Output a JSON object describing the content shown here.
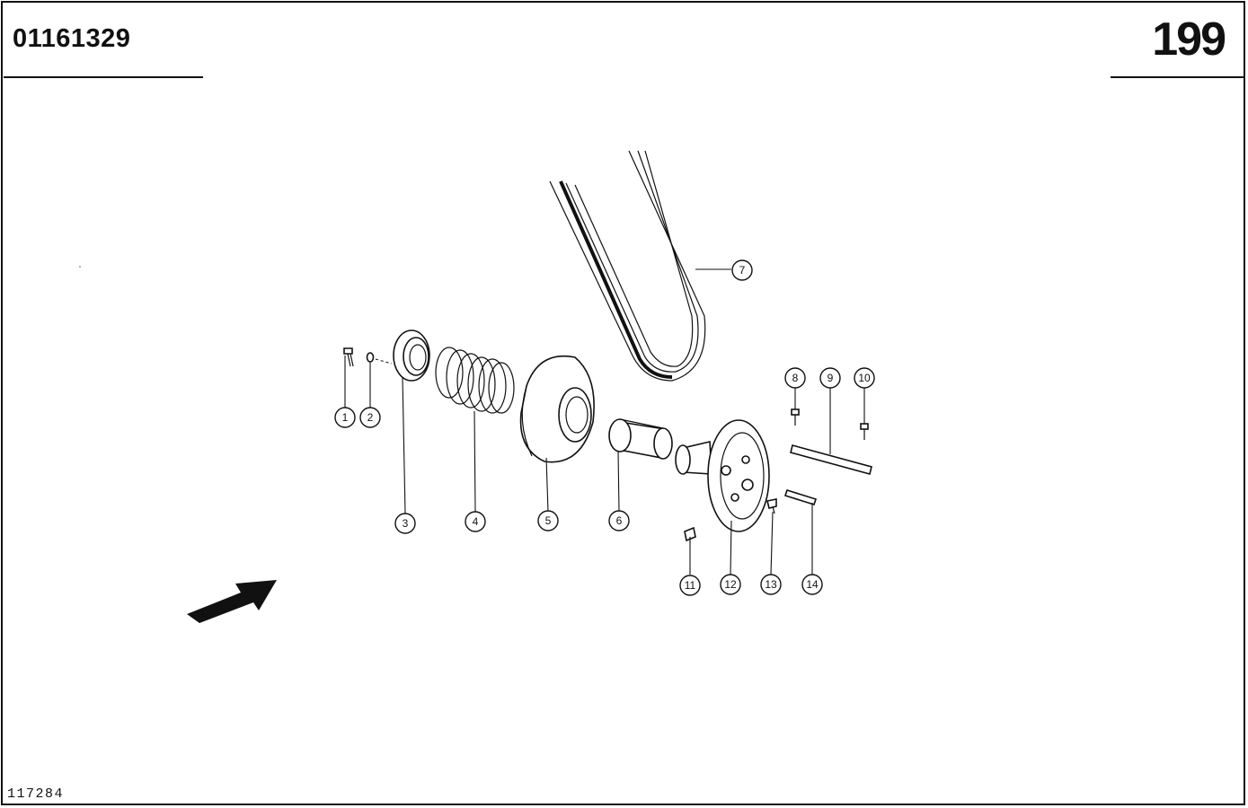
{
  "header": {
    "document_number": "01161329",
    "page_number": "199"
  },
  "footer": {
    "figure_code": "117284"
  },
  "callouts": [
    "1",
    "2",
    "3",
    "4",
    "5",
    "6",
    "7",
    "8",
    "9",
    "10",
    "11",
    "12",
    "13",
    "14"
  ],
  "icons": {
    "direction_arrow": "direction-arrow-icon"
  }
}
